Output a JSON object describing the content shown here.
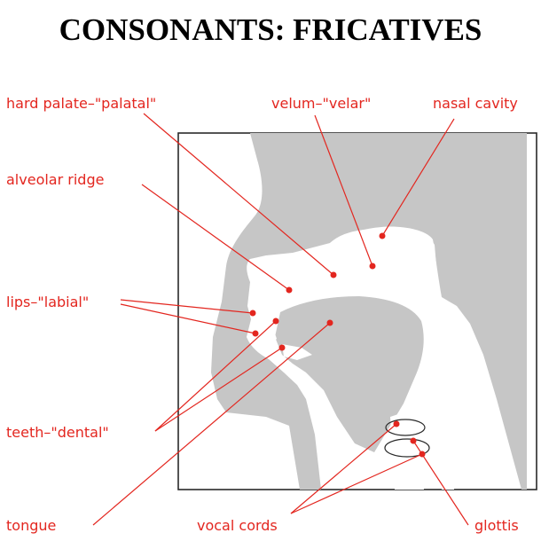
{
  "title": "CONSONANTS: FRICATIVES",
  "colors": {
    "label": "#e3261f",
    "anatomy": "#c6c6c6",
    "outline": "#2a2a2a",
    "background": "#ffffff"
  },
  "labels": {
    "hard_palate": "hard palate–\"palatal\"",
    "velum": "velum–\"velar\"",
    "nasal_cavity": "nasal cavity",
    "alveolar_ridge": "alveolar ridge",
    "lips": "lips–\"labial\"",
    "teeth": "teeth–\"dental\"",
    "tongue": "tongue",
    "vocal_cords": "vocal cords",
    "glottis": "glottis"
  }
}
